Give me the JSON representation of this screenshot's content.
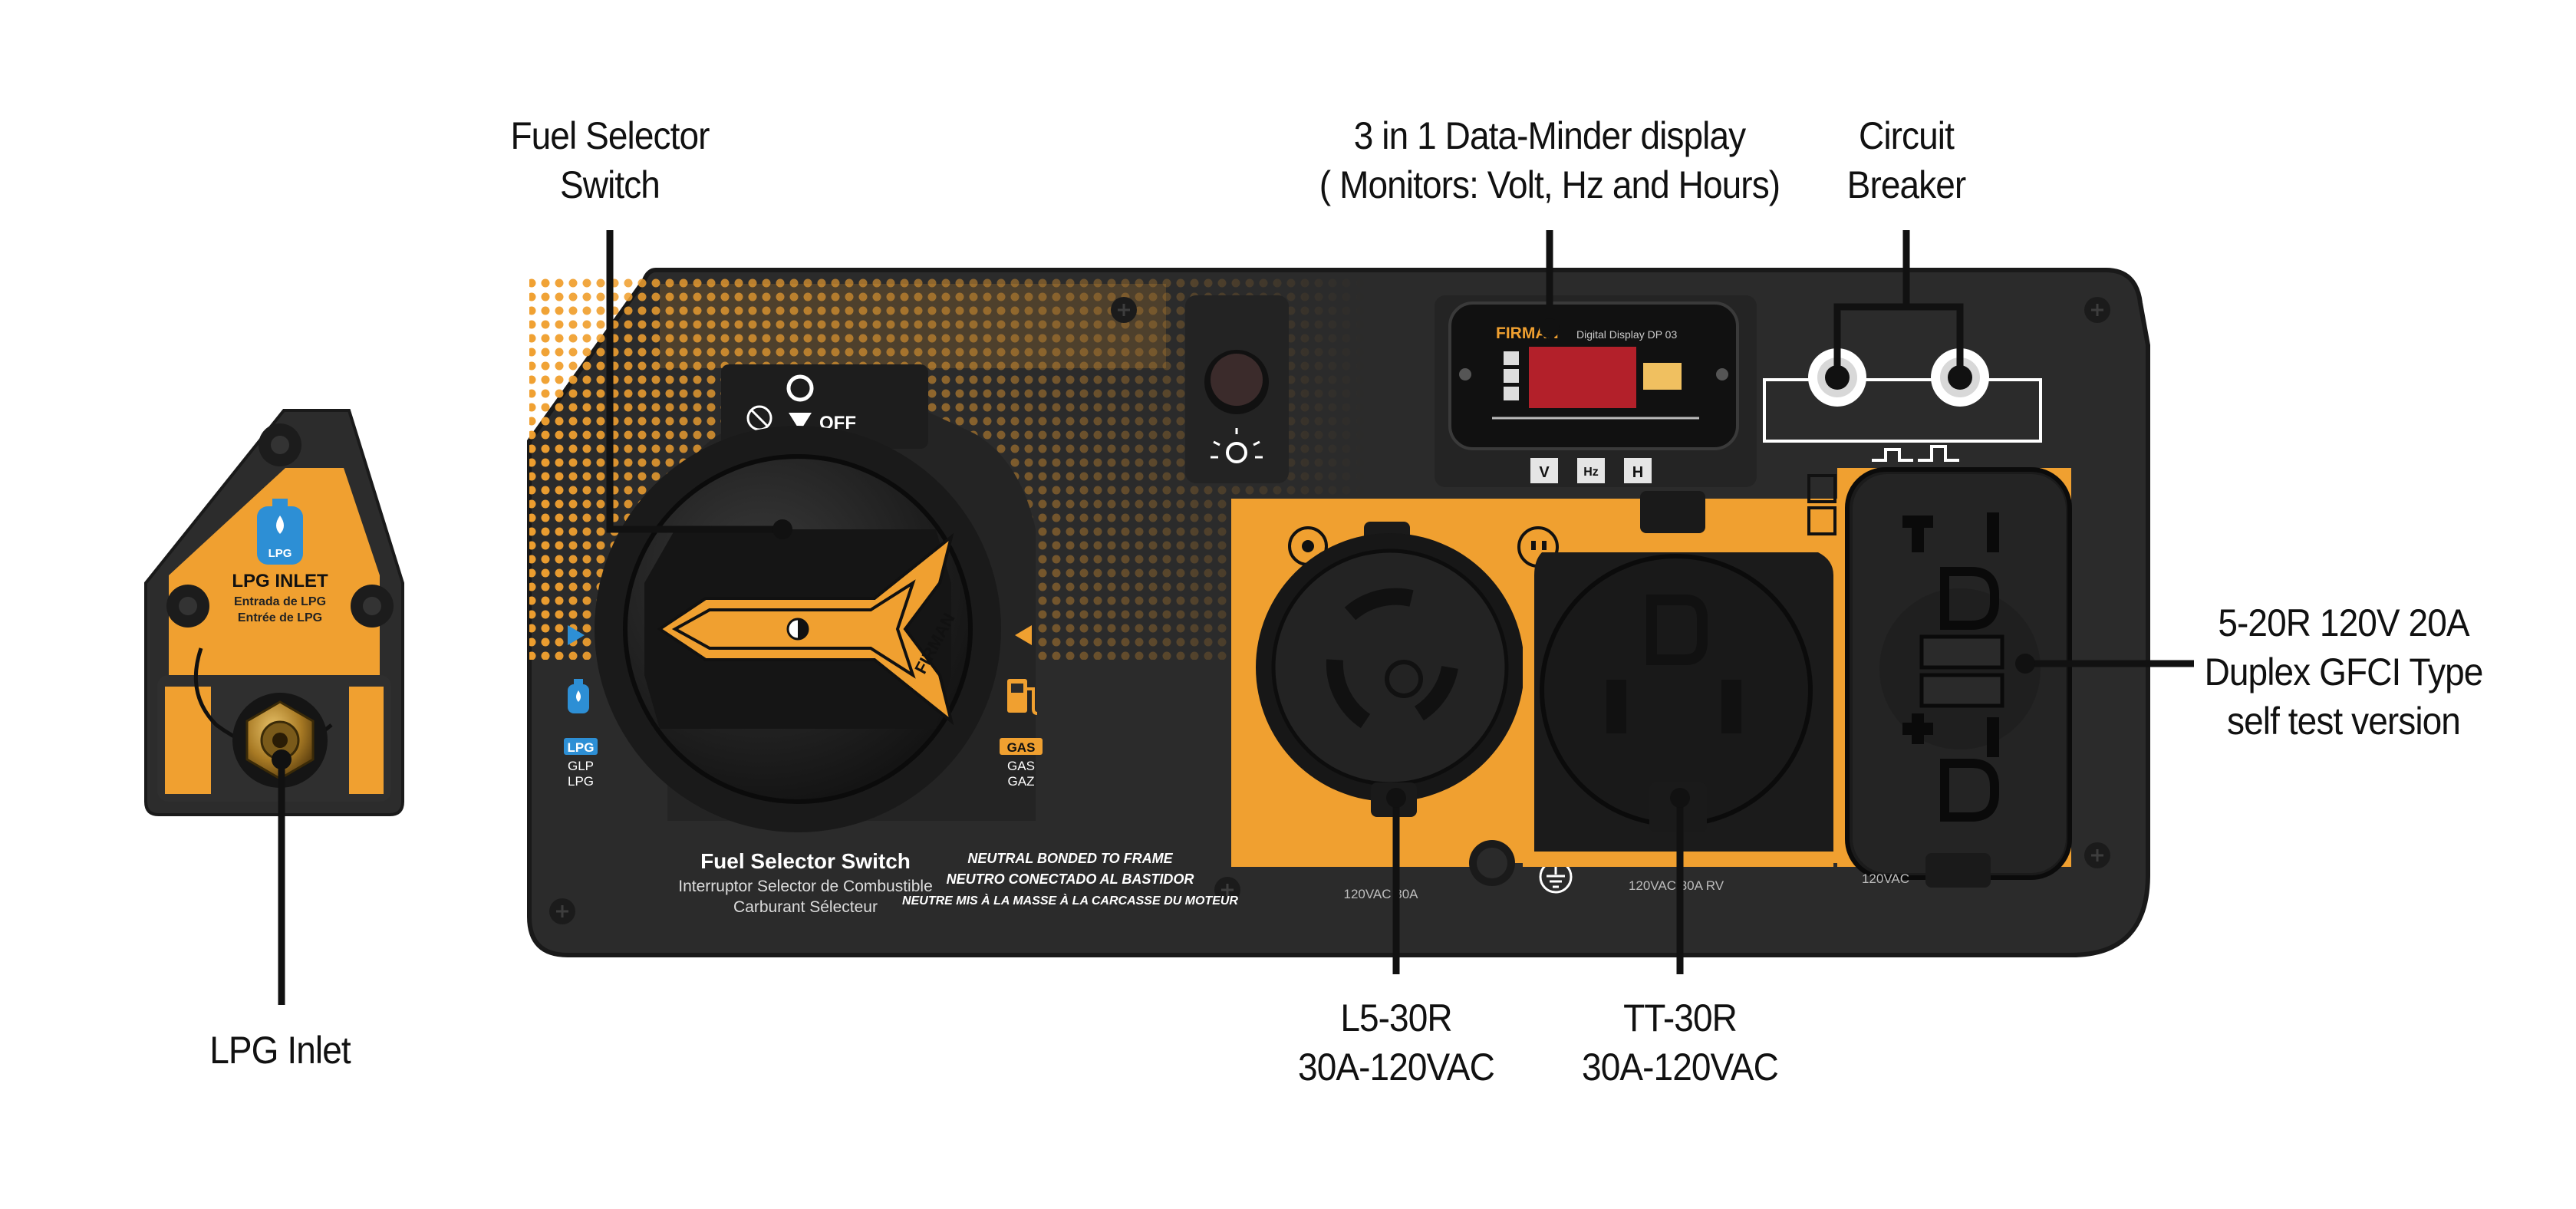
{
  "callouts": {
    "fuel_selector": {
      "line1": "Fuel Selector",
      "line2": "Switch"
    },
    "data_minder": {
      "line1": "3 in 1 Data-Minder display",
      "line2": "( Monitors: Volt, Hz and Hours)"
    },
    "circuit_breaker": {
      "line1": "Circuit",
      "line2": "Breaker"
    },
    "gfci": {
      "line1": "5-20R 120V 20A",
      "line2": "Duplex GFCI Type",
      "line3": "self test version"
    },
    "l5_30r": {
      "line1": "L5-30R",
      "line2": "30A-120VAC"
    },
    "tt_30r": {
      "line1": "TT-30R",
      "line2": "30A-120VAC"
    },
    "lpg_inlet": {
      "line1": "LPG Inlet"
    }
  },
  "lpg_plate": {
    "badge": "LPG",
    "title": "LPG INLET",
    "subtitle_es": "Entrada de LPG",
    "subtitle_fr": "Entrée de LPG"
  },
  "panel": {
    "off_label": "OFF",
    "brand": "FIRMAN",
    "lpg_tag": "LPG",
    "lpg_sub1": "GLP",
    "lpg_sub2": "LPG",
    "gas_tag": "GAS",
    "gas_sub1": "GAS",
    "gas_sub2": "GAZ",
    "fuel_title": "Fuel Selector Switch",
    "fuel_es": "Interruptor Selector de Combustible",
    "fuel_fr": "Carburant Sélecteur",
    "neutral_1": "NEUTRAL BONDED TO FRAME",
    "neutral_2": "NEUTRO CONECTADO AL BASTIDOR",
    "neutral_3": "NEUTRE MIS À LA MASSE À LA CARCASSE DU MOTEUR",
    "display_brand": "FIRMAN",
    "display_model": "Digital Display DP 03",
    "display_btn_v": "V",
    "display_btn_hz": "Hz",
    "display_btn_h": "H",
    "l5_rating": "120VAC 30A",
    "tt_rating": "120VAC 30A RV",
    "gfci_rating": "120VAC"
  },
  "colors": {
    "panel": "#2b2b2b",
    "orange": "#f0a030",
    "lpg_blue": "#2d8fd5",
    "display_red": "#b3202a"
  }
}
